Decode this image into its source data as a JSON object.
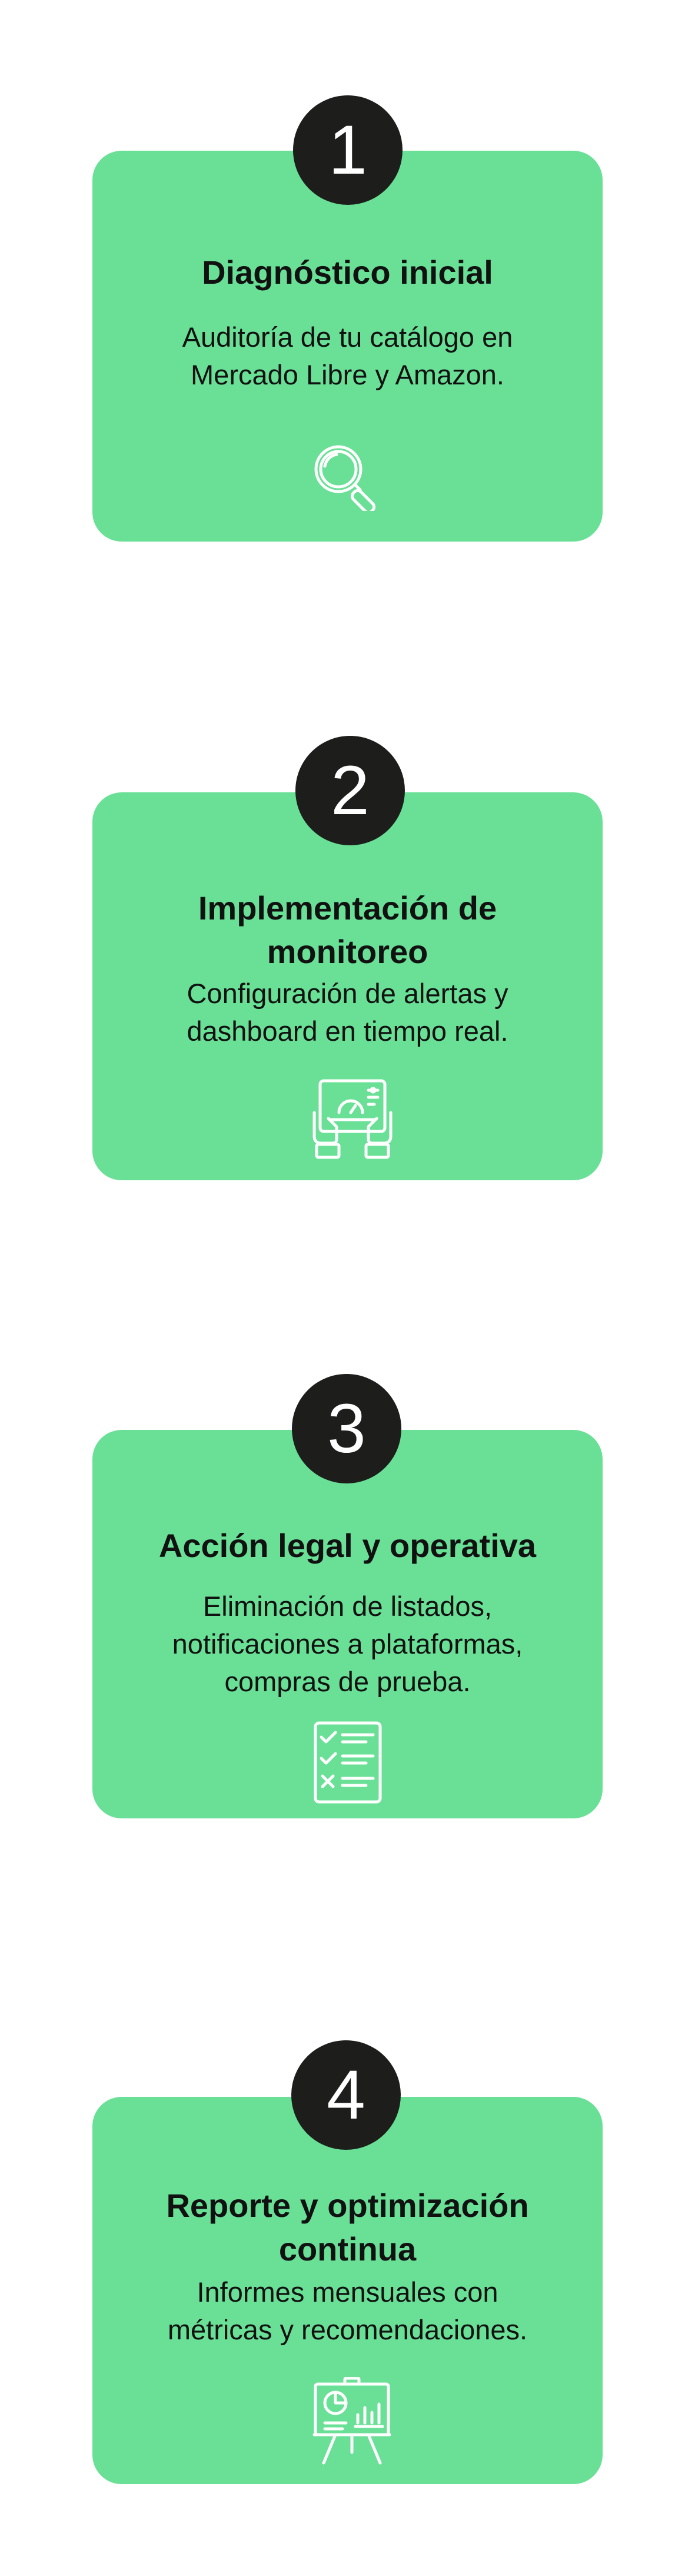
{
  "colors": {
    "card_background": "#69e096",
    "badge_background": "#1d1d1b",
    "badge_text": "#ffffff",
    "text": "#111111",
    "icon_stroke": "#ffffff",
    "page_background": "#ffffff"
  },
  "steps": [
    {
      "number": "1",
      "title": "Diagnóstico inicial",
      "description_lines": [
        "Auditoría de tu catálogo en",
        "Mercado Libre y Amazon."
      ],
      "icon": "magnifying-glass-icon"
    },
    {
      "number": "2",
      "title_lines": [
        "Implementación de",
        "monitoreo"
      ],
      "description_lines": [
        "Configuración de alertas y",
        "dashboard en tiempo real."
      ],
      "icon": "tablet-dashboard-icon"
    },
    {
      "number": "3",
      "title": "Acción legal y operativa",
      "description_lines": [
        "Eliminación de listados,",
        "notificaciones a plataformas,",
        "compras de prueba."
      ],
      "icon": "checklist-icon"
    },
    {
      "number": "4",
      "title_lines": [
        "Reporte y optimización",
        "continua"
      ],
      "description_lines": [
        "Informes mensuales con",
        "métricas y recomendaciones."
      ],
      "icon": "presentation-board-icon"
    }
  ]
}
